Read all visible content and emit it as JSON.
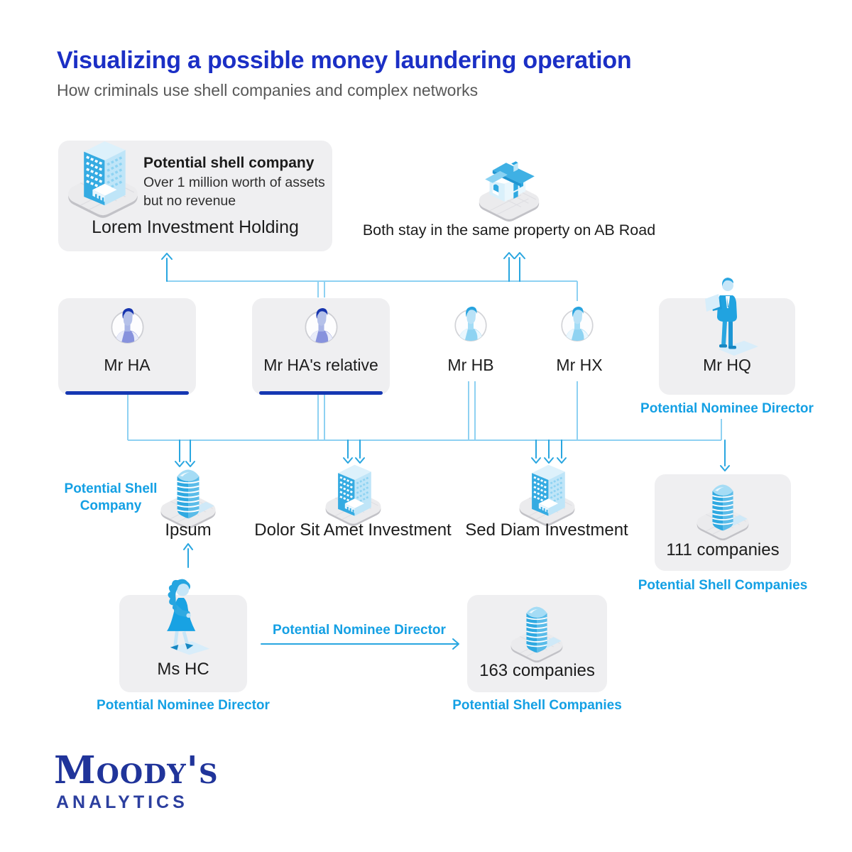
{
  "header": {
    "title": "Visualizing a possible money laundering operation",
    "subtitle": "How criminals use shell companies and complex networks"
  },
  "lorem_card": {
    "title": "Potential shell company",
    "desc_line1": "Over 1 million worth of assets",
    "desc_line2": "but no revenue",
    "name": "Lorem Investment Holding"
  },
  "house_caption": "Both stay in the same property on AB Road",
  "persons": {
    "mr_ha": "Mr HA",
    "mr_ha_relative": "Mr HA's relative",
    "mr_hb": "Mr HB",
    "mr_hx": "Mr HX",
    "mr_hq": "Mr HQ",
    "mr_hq_annotation": "Potential Nominee Director",
    "ms_hc": "Ms HC",
    "ms_hc_annotation": "Potential Nominee Director"
  },
  "companies": {
    "ipsum_annotation": "Potential Shell Company",
    "ipsum": "Ipsum",
    "dolor": "Dolor Sit Amet Investment",
    "sed_diam": "Sed Diam Investment",
    "c111": "111 companies",
    "c111_annotation": "Potential Shell Companies",
    "c163": "163 companies",
    "c163_annotation": "Potential Shell Companies"
  },
  "edges": {
    "ms_hc_to_163_label": "Potential Nominee Director"
  },
  "logo": {
    "brand": "Moody's",
    "division": "ANALYTICS"
  },
  "colors": {
    "title_blue": "#1b2fc5",
    "annotation_blue": "#14a0e4",
    "connector_light": "#8ed1f2",
    "connector_vivid": "#29a6e0",
    "card_gray": "#efeff1",
    "underline_navy": "#1537b2",
    "logo_navy": "#20349a"
  }
}
